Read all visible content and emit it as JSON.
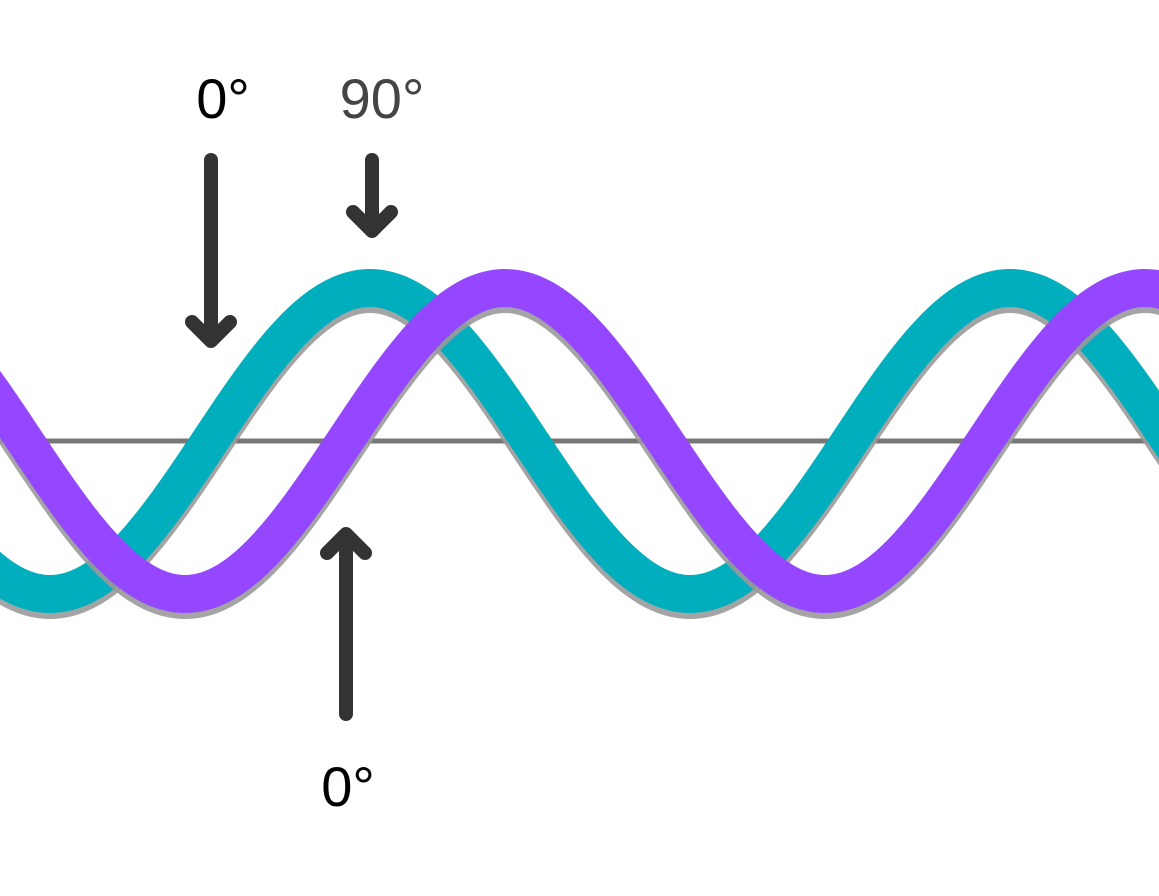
{
  "labels": {
    "wave_a_zero": "0°",
    "wave_a_ninety": "90°",
    "wave_b_zero": "0°"
  },
  "colors": {
    "wave_a": "#00aebd",
    "wave_b": "#9546ff",
    "axis": "#777777",
    "arrow": "#333333",
    "shadow": "#9a9a9a",
    "label_dark": "#000000",
    "label_muted": "#444444"
  }
}
